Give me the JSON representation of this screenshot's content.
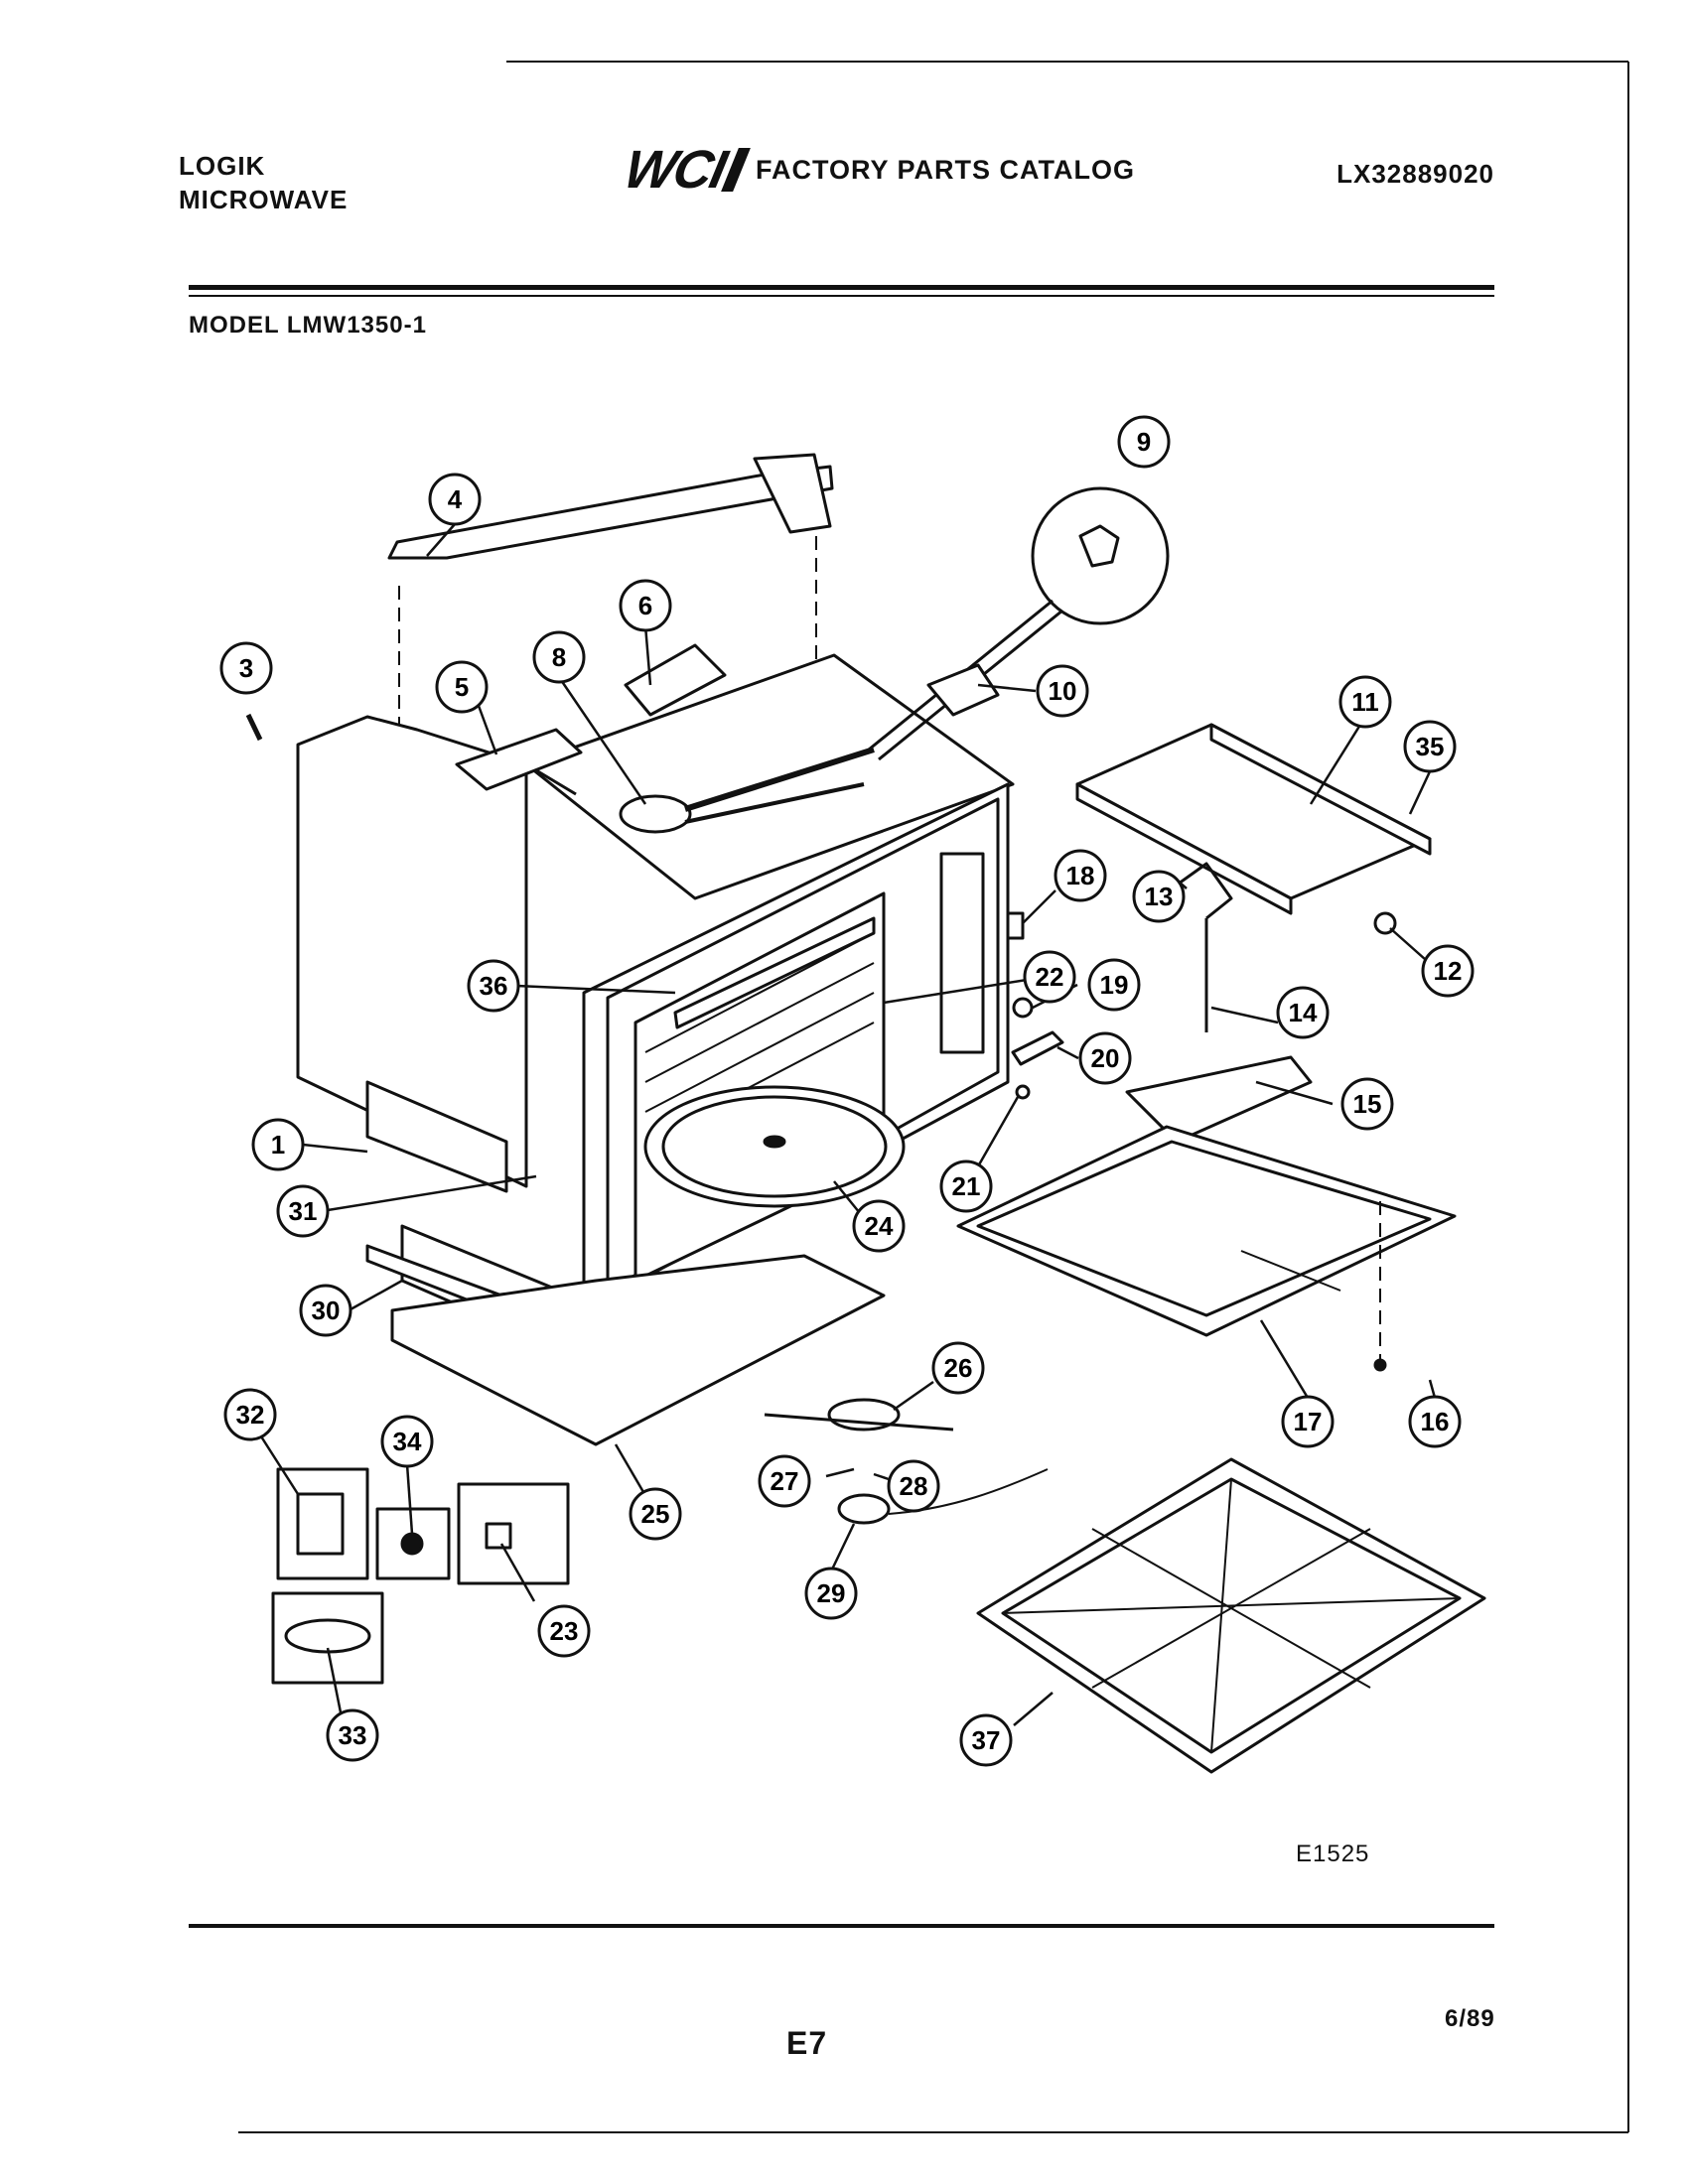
{
  "header": {
    "brand_line1": "LOGIK",
    "brand_line2": "MICROWAVE",
    "logo": "WCI",
    "catalog_title": "FACTORY PARTS CATALOG",
    "catalog_code": "LX32889020"
  },
  "model": "MODEL LMW1350-1",
  "footer": {
    "diagram_code": "E1525",
    "page_number": "E7",
    "date": "6/89"
  },
  "callouts": [
    "1",
    "3",
    "4",
    "5",
    "6",
    "8",
    "9",
    "10",
    "11",
    "12",
    "13",
    "14",
    "15",
    "16",
    "17",
    "18",
    "19",
    "20",
    "21",
    "22",
    "23",
    "24",
    "25",
    "26",
    "27",
    "28",
    "29",
    "30",
    "31",
    "32",
    "33",
    "34",
    "35",
    "36",
    "37"
  ],
  "colors": {
    "ink": "#111111",
    "paper": "#ffffff"
  }
}
